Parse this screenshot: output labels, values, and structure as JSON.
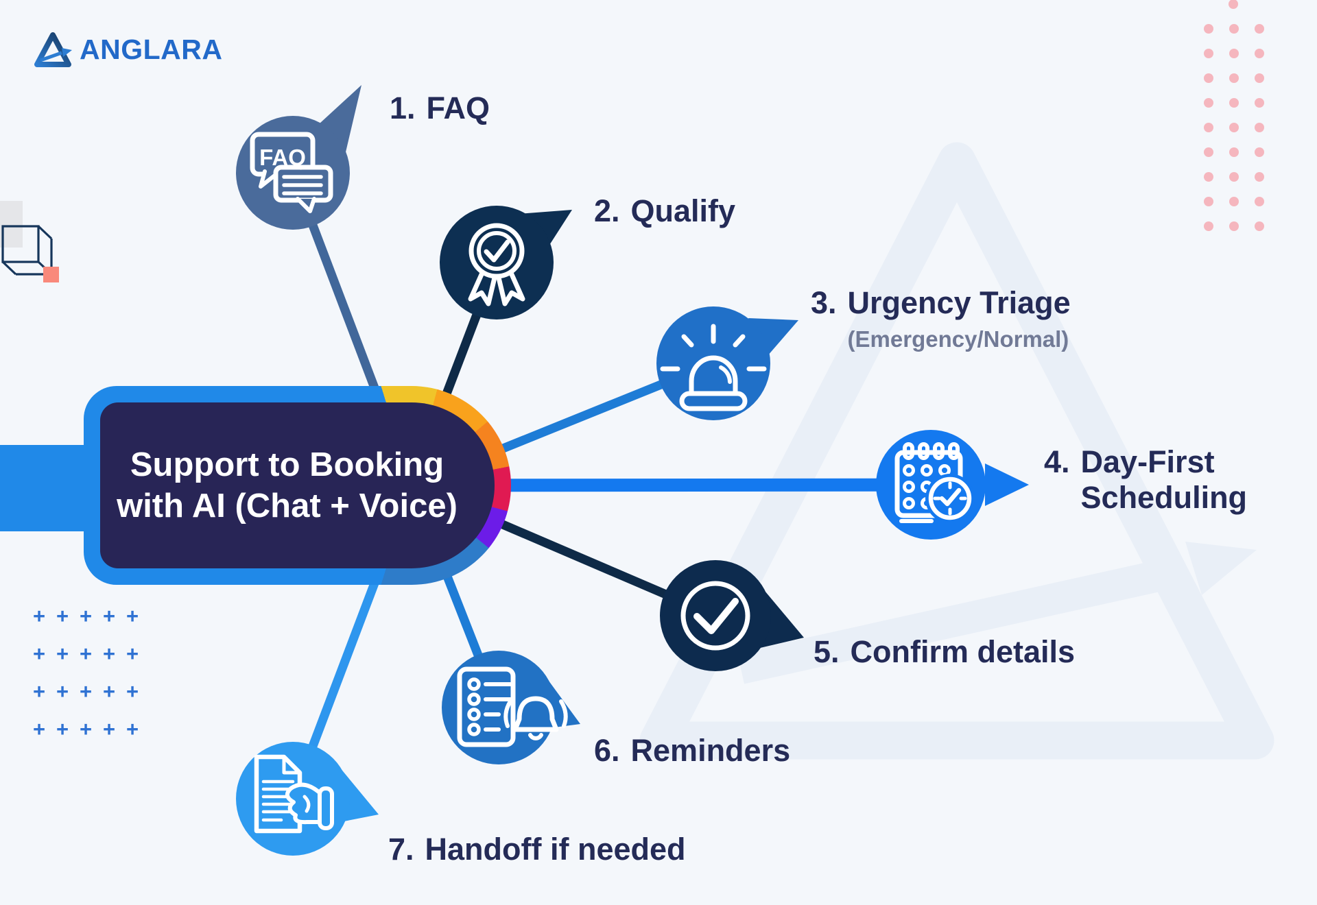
{
  "brand": {
    "name": "ANGLARA"
  },
  "center": {
    "line1": "Support to Booking",
    "line2": "with AI (Chat + Voice)"
  },
  "steps": [
    {
      "num": "1.",
      "label": "FAQ",
      "icon": "faq-chat-bubbles-icon",
      "icon_text": "FAQ",
      "node_color": "#4A6B9B"
    },
    {
      "num": "2.",
      "label": "Qualify",
      "icon": "award-badge-icon",
      "node_color": "#0D2F52"
    },
    {
      "num": "3.",
      "label": "Urgency Triage",
      "sublabel": "(Emergency/Normal)",
      "icon": "emergency-siren-icon",
      "node_color": "#2070C8"
    },
    {
      "num": "4.",
      "label": "Day-First",
      "label2": "Scheduling",
      "icon": "calendar-clock-icon",
      "node_color": "#1479EF"
    },
    {
      "num": "5.",
      "label": "Confirm details",
      "icon": "check-circle-icon",
      "node_color": "#0D2B4E"
    },
    {
      "num": "6.",
      "label": "Reminders",
      "icon": "checklist-bell-icon",
      "node_color": "#2272C4"
    },
    {
      "num": "7.",
      "label": "Handoff if needed",
      "icon": "document-handoff-icon",
      "node_color": "#2E9BF0"
    }
  ],
  "colors": {
    "background": "#F4F7FB",
    "pill_fill": "#282556",
    "pill_ring_blue": "#2089E8",
    "pill_ring_yellow": "#F0C42A",
    "pill_ring_orange_light": "#F9A21C",
    "pill_ring_orange_dark": "#F5831F",
    "pill_ring_red": "#E01A52",
    "pill_ring_purple": "#6C1CE8",
    "pill_ring_medium_blue": "#2E7CC9",
    "label_text": "#242B57",
    "sublabel_text": "#717A96",
    "brand_blue": "#2269C9",
    "dots_pink": "#F5B6BE",
    "plus_blue": "#2F72D3",
    "watermark": "#E9EFF7"
  },
  "decor": {
    "plus_symbol": "+",
    "plus_rows": 4,
    "plus_cols": 5,
    "dot_rows": 9,
    "dot_cols": 3
  }
}
